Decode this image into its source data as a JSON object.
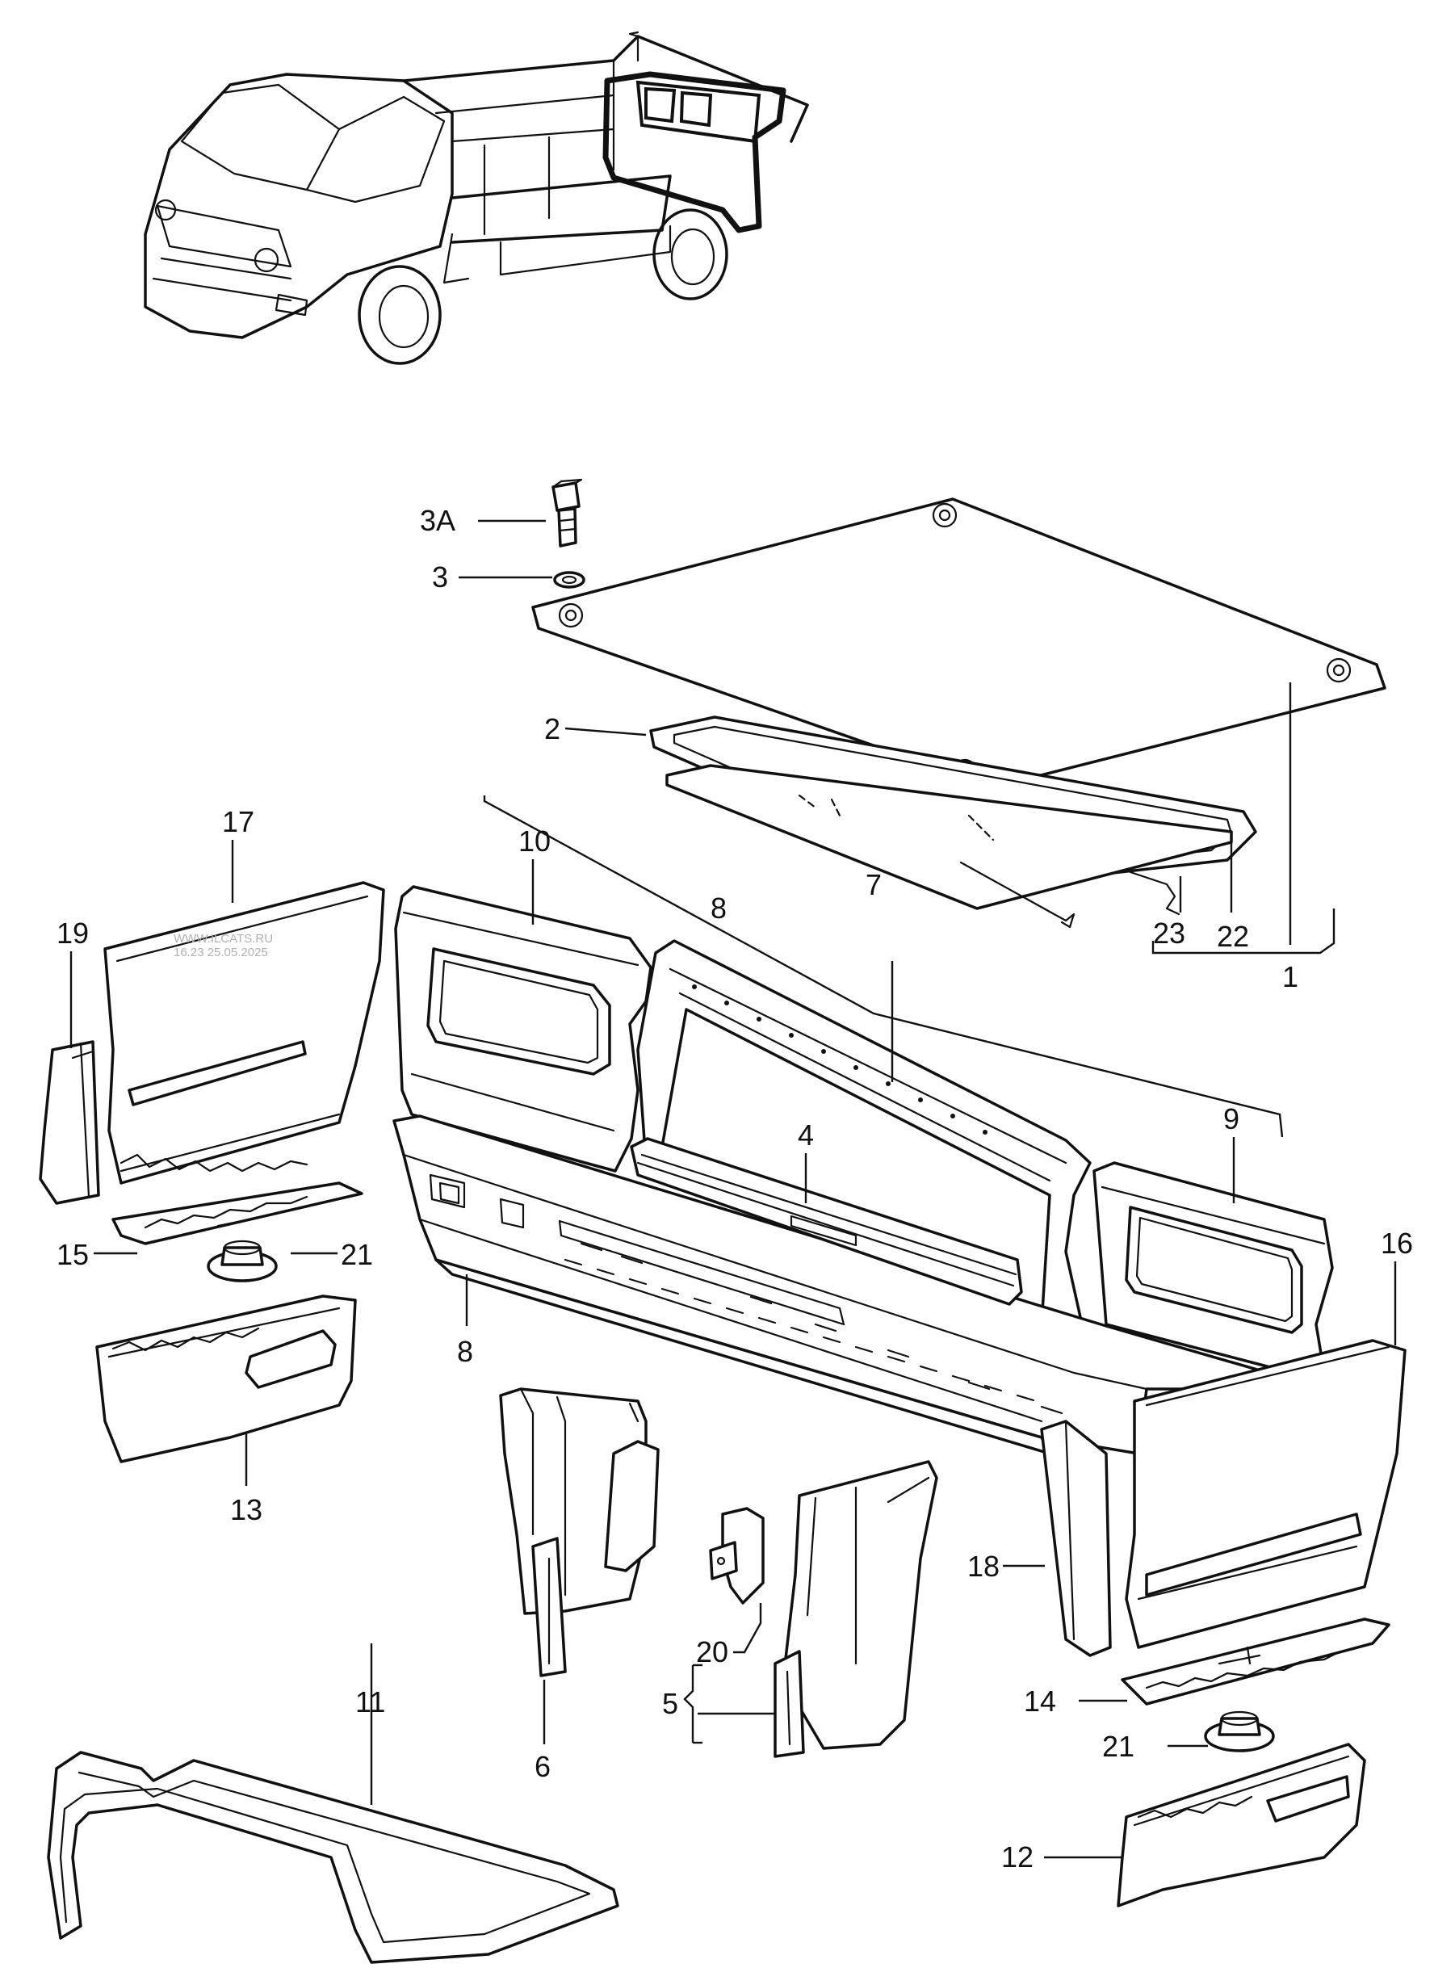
{
  "diagram": {
    "title": "Loading platform parts diagram",
    "watermark": {
      "site": "WWW.ILCATS.RU",
      "timestamp": "16.23 25.05.2025"
    },
    "callouts": {
      "c1": "1",
      "c2": "2",
      "c3": "3",
      "c3a": "3A",
      "c4": "4",
      "c5": "5",
      "c6": "6",
      "c7": "7",
      "c8_top": "8",
      "c8_bottom": "8",
      "c9": "9",
      "c10": "10",
      "c11": "11",
      "c12": "12",
      "c13": "13",
      "c14": "14",
      "c15": "15",
      "c16": "16",
      "c17": "17",
      "c18": "18",
      "c19": "19",
      "c20": "20",
      "c21_left": "21",
      "c21_right": "21",
      "c22": "22",
      "c23": "23"
    }
  }
}
